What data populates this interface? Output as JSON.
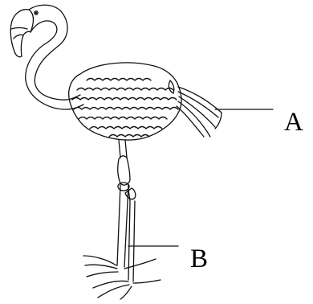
{
  "diagram": {
    "subject_icon": "flamingo-figure",
    "stroke_color": "#111111",
    "labels": {
      "a": "A",
      "b": "B"
    }
  }
}
